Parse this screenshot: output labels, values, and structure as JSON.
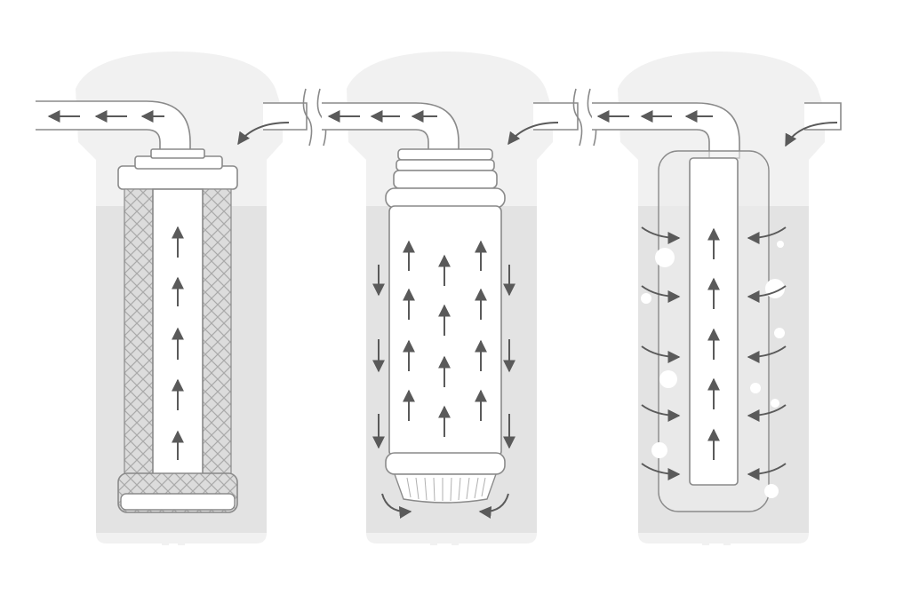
{
  "figure": {
    "filters": [
      {
        "id": "mesh-filter",
        "description_icon": "mesh-cartridge-icon"
      },
      {
        "id": "pleated-filter",
        "description_icon": "pleated-cartridge-icon"
      },
      {
        "id": "loose-media-filter",
        "description_icon": "loose-media-icon"
      }
    ]
  },
  "colors": {
    "housing": "#f1f1f1",
    "water": "#e3e3e3",
    "stroke": "#8a8a8a",
    "arrow": "#5a5a5a",
    "part": "#ffffff"
  }
}
